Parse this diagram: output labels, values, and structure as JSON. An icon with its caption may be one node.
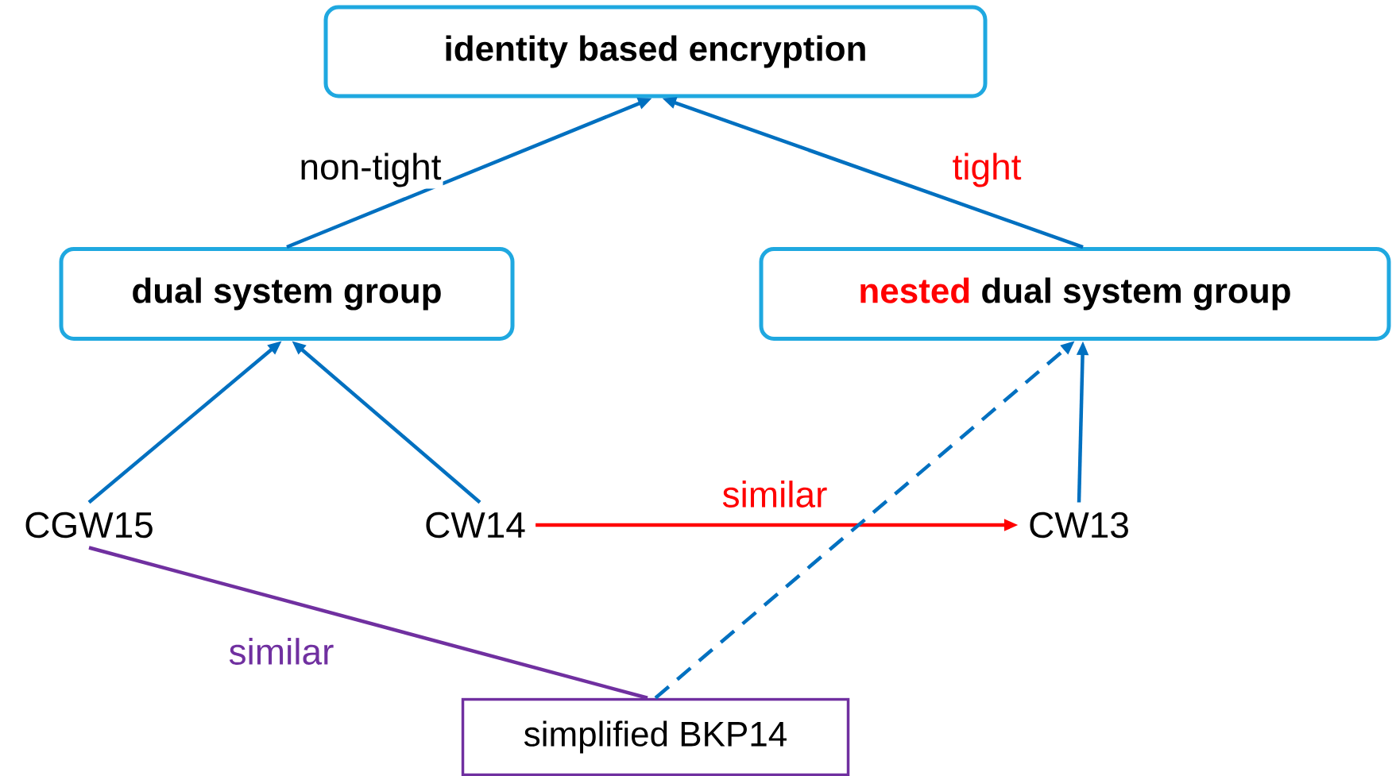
{
  "diagram": {
    "nodes": [
      {
        "text": [
          "identity based encryption"
        ]
      },
      {
        "text": [
          "dual system group"
        ]
      },
      {
        "text": [
          "nested",
          "dual system group"
        ]
      },
      {
        "text": [
          "CGW15"
        ]
      },
      {
        "text": [
          "CW14"
        ]
      },
      {
        "text": [
          "CW13"
        ]
      },
      {
        "text": [
          "simplified BKP14"
        ]
      }
    ],
    "edges": [
      {
        "from": 1,
        "to": 0,
        "arrow": "to",
        "label": "non-tight"
      },
      {
        "from": 2,
        "to": 0,
        "arrow": "to",
        "label": "tight"
      },
      {
        "from": 3,
        "to": 1,
        "arrow": "to"
      },
      {
        "from": 4,
        "to": 1,
        "arrow": "to"
      },
      {
        "from": 4,
        "to": 5,
        "arrow": "to",
        "label": "similar",
        "color": "#ff0000"
      },
      {
        "from": 5,
        "to": 2,
        "arrow": "to"
      },
      {
        "from": 6,
        "to": 2,
        "arrow": "to",
        "style": "dashed"
      },
      {
        "from": 6,
        "to": 3,
        "arrow": "none",
        "label": "similar",
        "color": "#7030a0"
      }
    ]
  }
}
